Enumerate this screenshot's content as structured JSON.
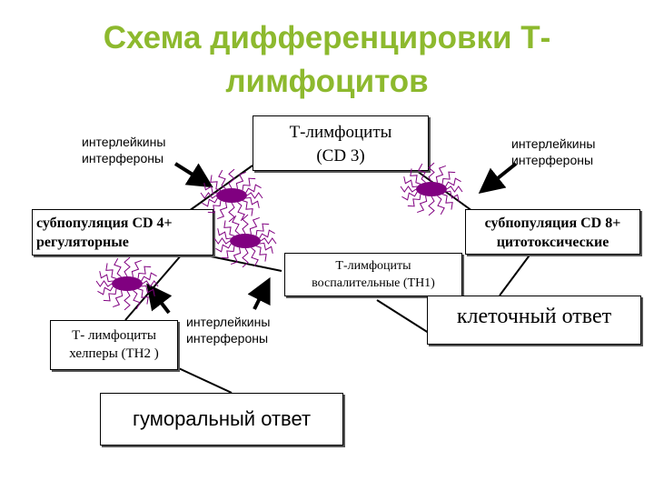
{
  "title": "Схема дифференцировки Т-лимфоцитов",
  "nodes": {
    "t_lymph": {
      "line1": "Т-лимфоциты",
      "line2": "(CD 3)"
    },
    "cd4": {
      "line1": "субпопуляция CD 4+",
      "line2": "регуляторные"
    },
    "cd8": {
      "line1": "субпопуляция CD 8+",
      "line2": "цитотоксические"
    },
    "th1": {
      "line1": "Т-лимфоциты",
      "line2": "воспалительные (ТН1)"
    },
    "th2": {
      "line1": "Т- лимфоциты",
      "line2": "хелперы (ТН2 )"
    },
    "humoral": "гуморальный ответ",
    "cellular": "клеточный ответ"
  },
  "labels": {
    "left_top": {
      "line1": "интерлейкины",
      "line2": "интерфероны"
    },
    "right_top": {
      "line1": "интерлейкины",
      "line2": "интерфероны"
    },
    "middle": {
      "line1": "интерлейкины",
      "line2": "интерфероны"
    }
  },
  "colors": {
    "title": "#8db92e",
    "cell": "#800080",
    "spikes": "#800080"
  },
  "cell_icon": "cytokine-producing-cell-icon"
}
